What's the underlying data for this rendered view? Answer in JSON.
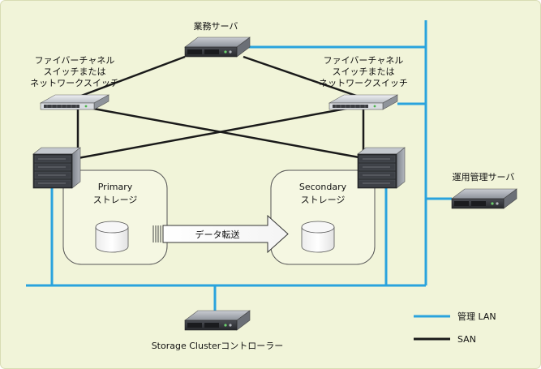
{
  "colors": {
    "background": "#f1f4d9",
    "border": "#d8dcb4",
    "lan": "#2aa3dd",
    "san": "#1a1a1a",
    "storage_box_fill": "#f5f7e2",
    "storage_box_stroke": "#555555"
  },
  "nodes": {
    "business_server": {
      "label": "業務サーバ",
      "icon": "rack-server-icon"
    },
    "fc_switch_left": {
      "label_lines": [
        "ファイバーチャネル",
        "スイッチまたは",
        "ネットワークスイッチ"
      ],
      "icon": "network-switch-icon"
    },
    "fc_switch_right": {
      "label_lines": [
        "ファイバーチャネル",
        "スイッチまたは",
        "ネットワークスイッチ"
      ],
      "icon": "network-switch-icon"
    },
    "primary_storage": {
      "label_lines": [
        "Primary",
        "ストレージ"
      ],
      "icon": "storage-array-icon"
    },
    "secondary_storage": {
      "label_lines": [
        "Secondary",
        "ストレージ"
      ],
      "icon": "storage-array-icon"
    },
    "management_server": {
      "label": "運用管理サーバ",
      "icon": "rack-server-icon"
    },
    "cluster_controller": {
      "label": "Storage Clusterコントローラー",
      "icon": "rack-server-icon"
    }
  },
  "transfer": {
    "label": "データ転送"
  },
  "legend": {
    "lan": {
      "label": "管理 LAN"
    },
    "san": {
      "label": "SAN"
    }
  }
}
